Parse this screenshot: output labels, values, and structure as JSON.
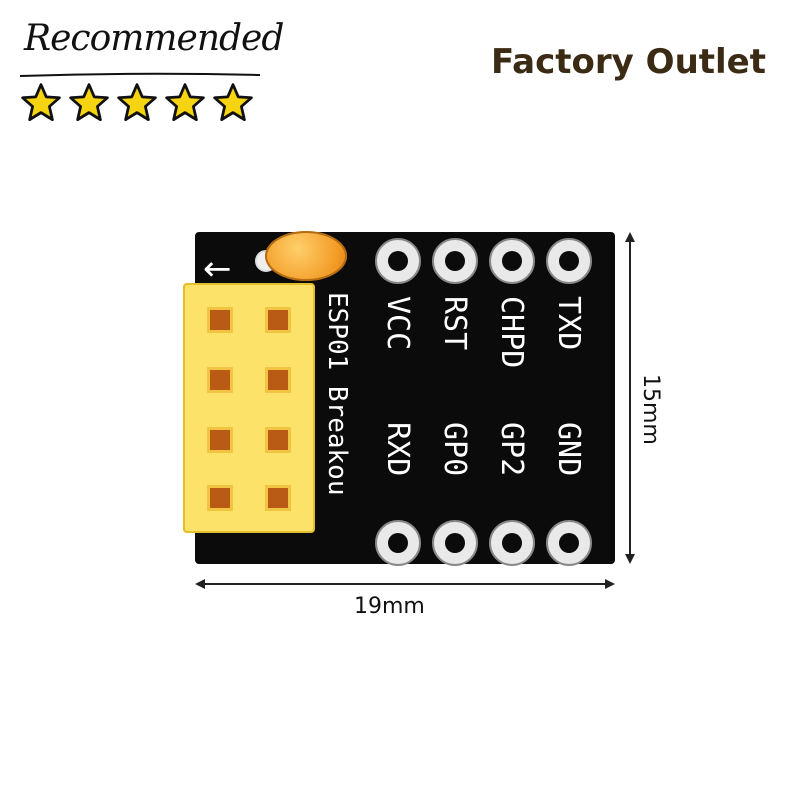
{
  "badge": {
    "script_text": "Recommended",
    "rating_stars": 5
  },
  "header": {
    "store_name": "Factory Outlet"
  },
  "board": {
    "silkscreen_title": "ESP01 Breakou",
    "pins_top_labels": [
      "VCC",
      "RST",
      "CHPD",
      "TXD"
    ],
    "pins_bottom_labels": [
      "RXD",
      "GP0",
      "GP2",
      "GND"
    ]
  },
  "dimensions": {
    "width_label": "19mm",
    "height_label": "15mm"
  },
  "colors": {
    "board": "#0b0b0b",
    "socket": "#fde26a",
    "capacitor": "#f29a25",
    "store_text": "#3b2a14",
    "star_fill": "#f6d411"
  }
}
